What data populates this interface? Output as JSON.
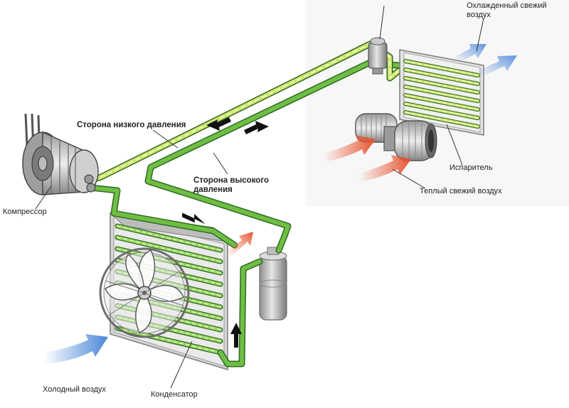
{
  "labels": {
    "low_pressure_side": "Сторона низкого давления",
    "high_pressure_side": "Сторона высокого давления",
    "compressor": "Компрессор",
    "condenser": "Конденсатор",
    "cold_air": "Холодный воздух",
    "evaporator": "Испаритель",
    "warm_fresh_air": "Теплый свежий воздух",
    "cooled_fresh_air": "Охлажденный свежий воздух"
  },
  "colors": {
    "pipe_high": "#6fbe44",
    "pipe_low": "#cde66a",
    "pipe_outline": "#2f6a22",
    "cold_air_arrow": "#4a86d8",
    "warm_air_arrow": "#e8532f",
    "flow_arrow": "#111111",
    "leader_line": "#333333"
  }
}
